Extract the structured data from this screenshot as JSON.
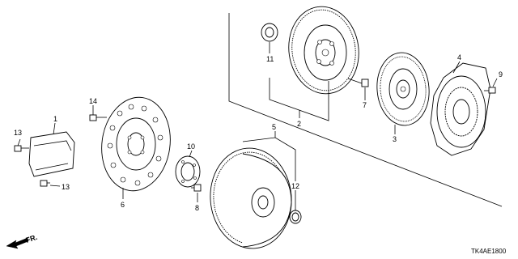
{
  "callouts": [
    {
      "id": "1",
      "label": "1"
    },
    {
      "id": "2",
      "label": "2"
    },
    {
      "id": "3",
      "label": "3"
    },
    {
      "id": "4",
      "label": "4"
    },
    {
      "id": "5",
      "label": "5"
    },
    {
      "id": "6",
      "label": "6"
    },
    {
      "id": "7",
      "label": "7"
    },
    {
      "id": "8",
      "label": "8"
    },
    {
      "id": "9",
      "label": "9"
    },
    {
      "id": "10",
      "label": "10"
    },
    {
      "id": "11",
      "label": "11"
    },
    {
      "id": "12",
      "label": "12"
    },
    {
      "id": "13a",
      "label": "13"
    },
    {
      "id": "13b",
      "label": "13"
    },
    {
      "id": "14",
      "label": "14"
    }
  ],
  "direction_label": "FR.",
  "diagram_code": "TK4AE1800"
}
